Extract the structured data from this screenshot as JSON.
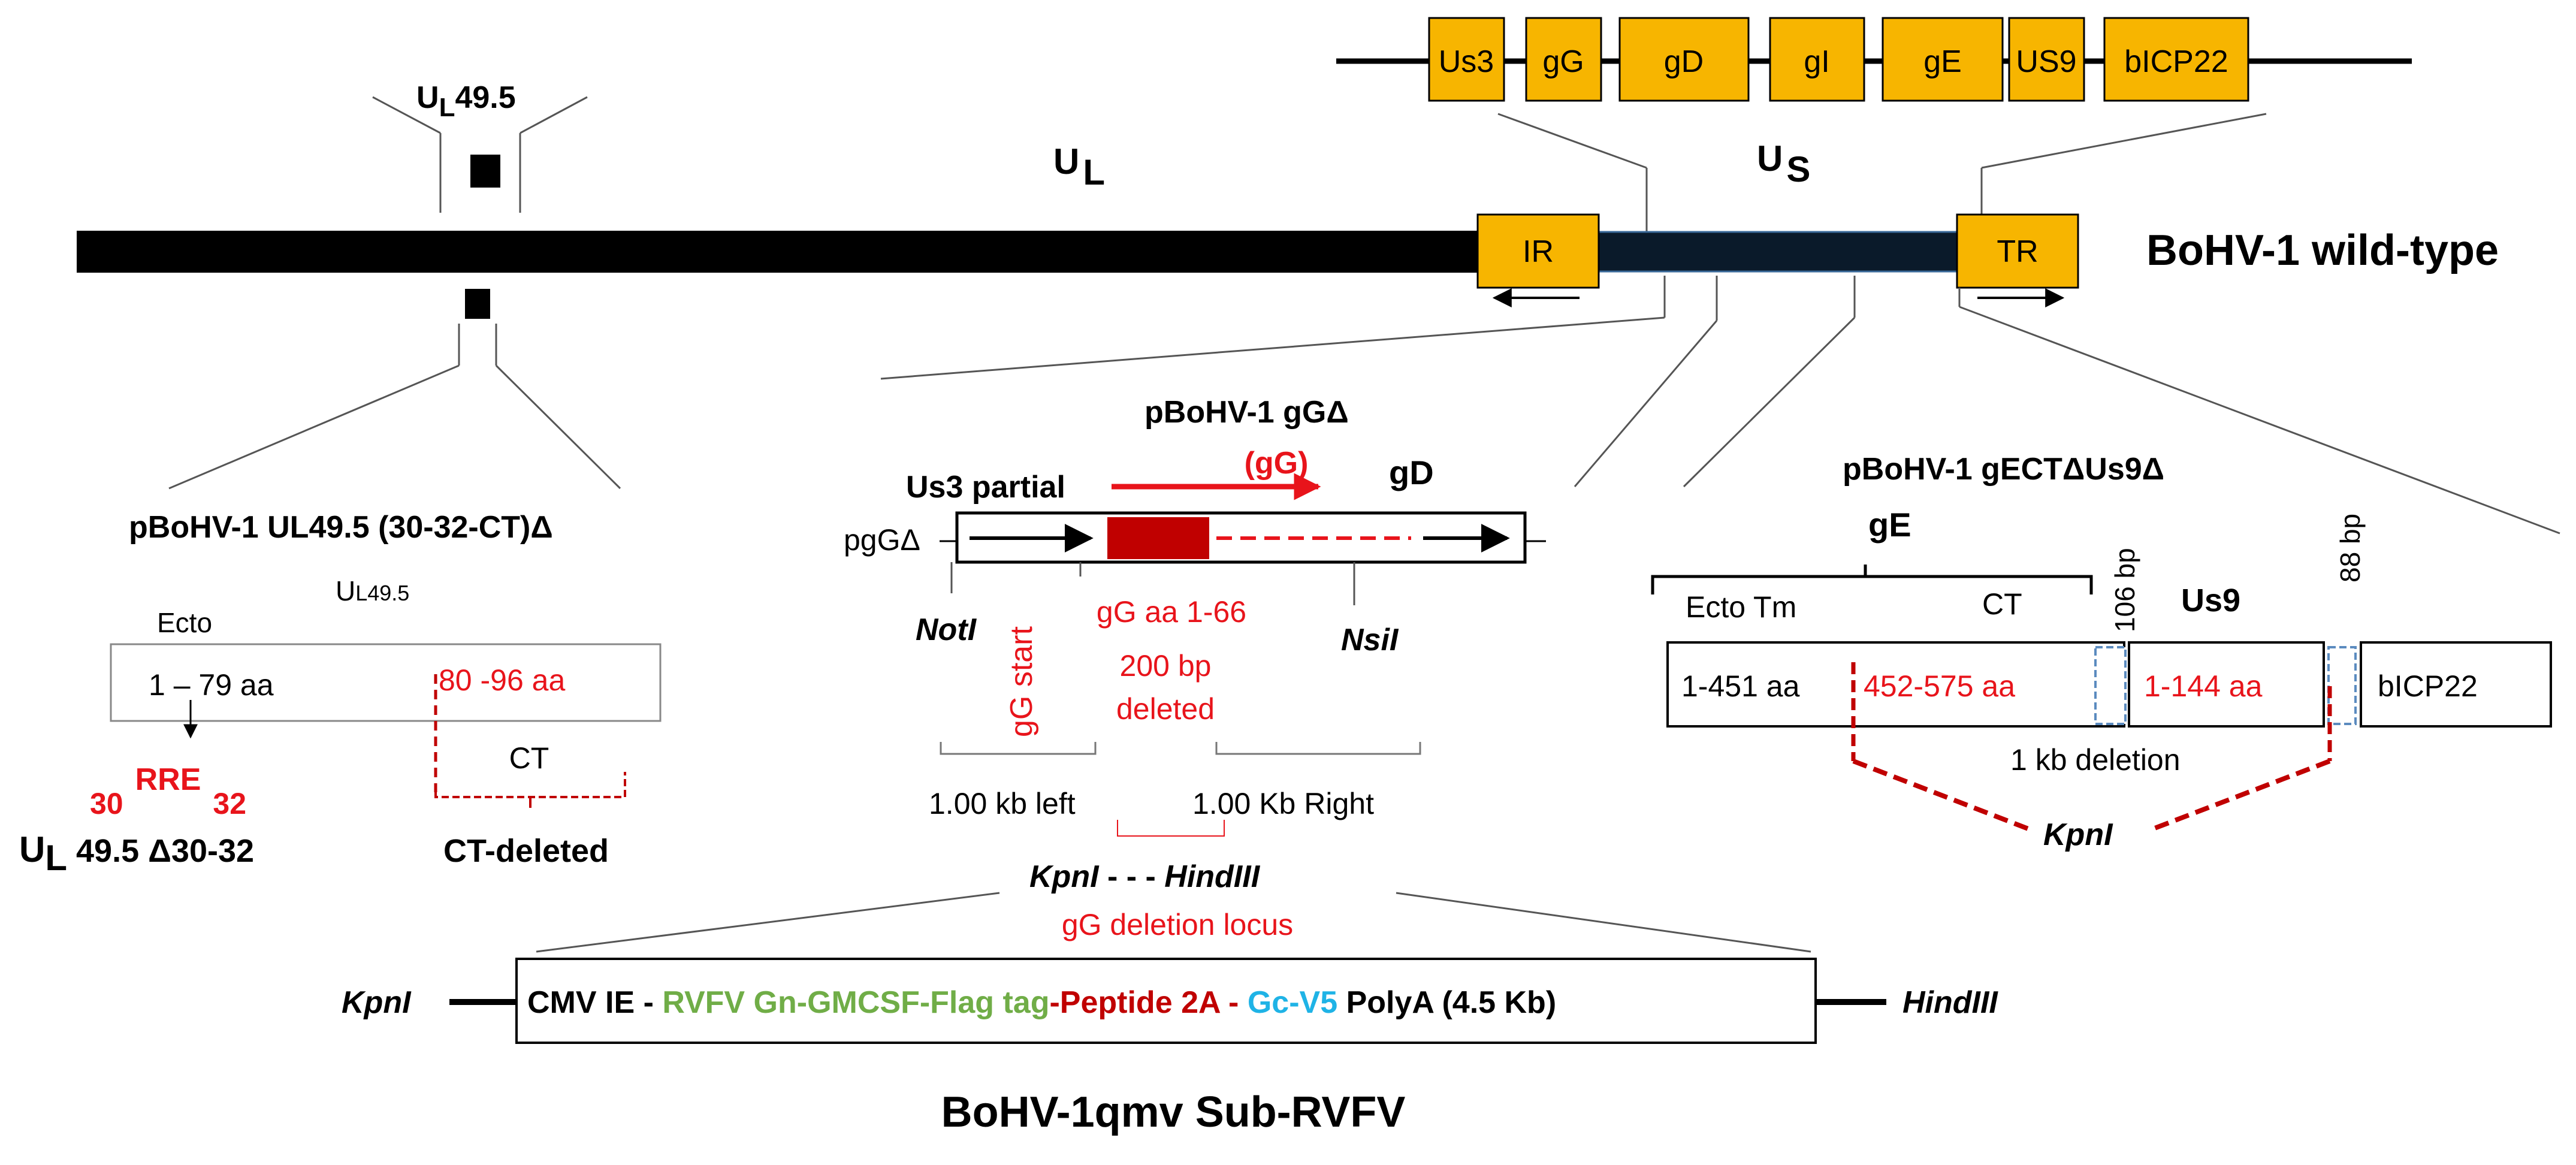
{
  "colors": {
    "gene_box": "#f7b500",
    "red": "#e8141b",
    "dark_red": "#c00000",
    "green": "#70ad47",
    "cyan": "#1fb3e6",
    "us_bar": "#0a1a2a",
    "line_gray": "#555555"
  },
  "genome": {
    "wildtype_label": "BoHV-1 wild-type",
    "ul_main": "U",
    "ul_sub": "L",
    "us_main": "U",
    "us_sub": "S",
    "ir_label": "IR",
    "tr_label": "TR"
  },
  "us_genes": [
    "Us3",
    "gG",
    "gD",
    "gI",
    "gE",
    "US9",
    "bICP22"
  ],
  "ul49": {
    "top_label_main": "U",
    "top_label_sub": "L",
    "top_label_rest": "49.5",
    "plasmid_title": "pBoHV-1 UL49.5 (30-32-CT)Δ",
    "gene_label_u": "U",
    "gene_label_rest": "L49.5",
    "ecto": "Ecto",
    "seg1": "1 – 79 aa",
    "seg2": "80 -96 aa",
    "rre_left": "30",
    "rre_mid": "RRE",
    "rre_right": "32",
    "ct": "CT",
    "mutant_main": "U",
    "mutant_sub": "L",
    "mutant_rest": " 49.5 Δ30-32",
    "ct_deleted": "CT-deleted"
  },
  "gg": {
    "plasmid_title": "pBoHV-1 gGΔ",
    "paren_gg": "(gG)",
    "us3_partial": "Us3 partial",
    "gd": "gD",
    "pggd": "pgGΔ",
    "noti": "NotI",
    "gg_start": "gG start",
    "gg_aa": "gG aa 1-66",
    "nsii": "NsiI",
    "deleted_1": "200 bp",
    "deleted_2": "deleted",
    "left_arm": "1.00 kb left",
    "right_arm": "1.00 Kb Right",
    "kpni": "KpnI",
    "dashes": " - - - ",
    "hindiii": "HindIII",
    "locus": "gG deletion locus"
  },
  "ge": {
    "plasmid_title": "pBoHV-1 gECTΔUs9Δ",
    "ge": "gE",
    "ecto_tm": "Ecto Tm",
    "ct": "CT",
    "bp106": "106 bp",
    "bp88": "88 bp",
    "us9": "Us9",
    "seg1": "1-451 aa",
    "seg2": "452-575 aa",
    "seg3": "1-144 aa",
    "bicp22": "bICP22",
    "deletion": "1 kb deletion",
    "kpni": "KpnI"
  },
  "cassette": {
    "kpni": "KpnI",
    "hindiii": "HindIII",
    "cmv": "CMV IE - ",
    "rvfv_gn": "RVFV Gn-GMCSF-Flag tag",
    "p2a": "-Peptide 2A - ",
    "gc": "Gc-V5",
    "polya": " PolyA  (4.5 Kb)"
  },
  "bottom_title": "BoHV-1qmv Sub-RVFV"
}
